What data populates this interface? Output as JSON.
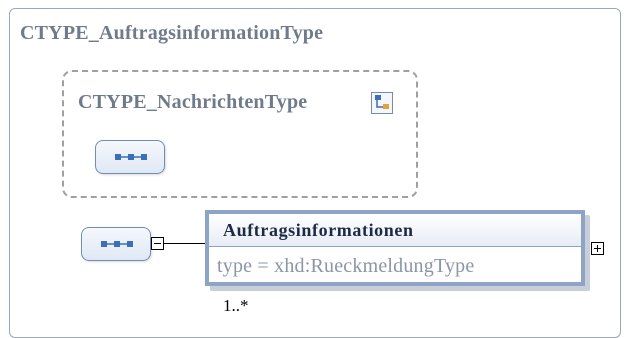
{
  "outer_type": {
    "name": "CTYPE_AuftragsinformationType"
  },
  "base_type": {
    "name": "CTYPE_NachrichtenType",
    "icon": "complex-type-icon"
  },
  "sequence_icon": "sequence-icon",
  "element": {
    "name": "Auftragsinformationen",
    "type_line": "type = xhd:RueckmeldungType",
    "cardinality": "1..*"
  },
  "colors": {
    "title_gray": "#6f7b8b",
    "element_border": "#8fa3c7",
    "sequence_border": "#6f8fb9"
  }
}
